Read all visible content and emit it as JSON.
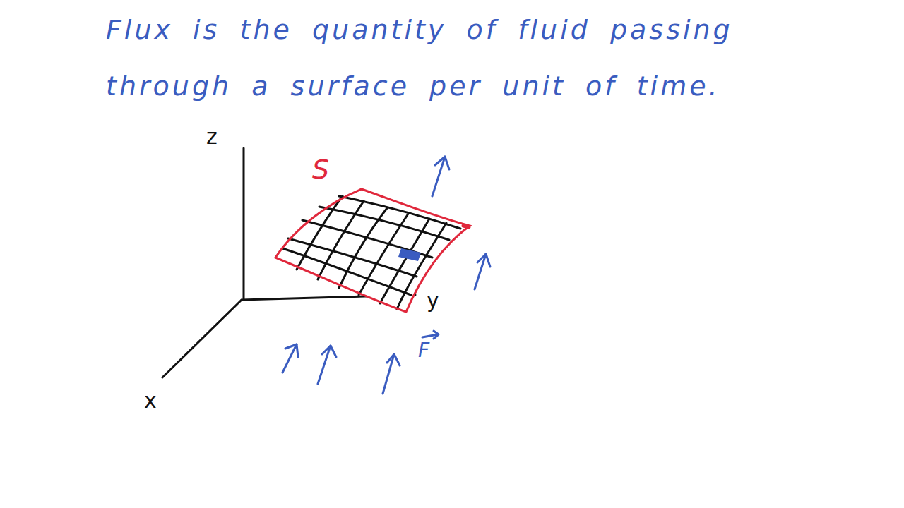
{
  "diagram": {
    "title": "Flux is the quantity of fluid passing through a surface per unit of time.",
    "labels": [
      "z",
      "S",
      "y",
      "x",
      "F"
    ]
  }
}
